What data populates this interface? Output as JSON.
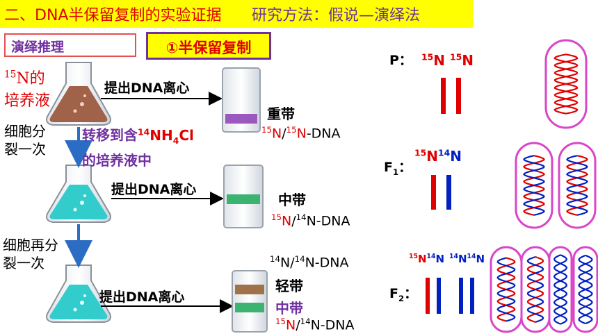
{
  "title": {
    "main": "二、DNA半保留复制的实验证据",
    "method": "研究方法：假说—演绎法"
  },
  "section_label": "演绎推理",
  "hypothesis": "①半保留复制",
  "medium_label": {
    "iso": "15",
    "text": "N的",
    "line2": "培养液"
  },
  "step1": {
    "line1": "细胞分",
    "line2": "裂一次"
  },
  "transfer": {
    "line1a": "转移到含",
    "iso": "14",
    "formula_a": "NH",
    "sub": "4",
    "formula_b": "Cl",
    "line2": "的培养液中"
  },
  "step2": {
    "line1": "细胞再分",
    "line2": "裂一次"
  },
  "extract_label": "提出DNA离心",
  "tube1": {
    "band": "重带",
    "dna_a_iso": "15",
    "dna_a": "N/",
    "dna_b_iso": "15",
    "dna_b": "N-DNA"
  },
  "tube2": {
    "band": "中带",
    "dna_a_iso": "15",
    "dna_a": "N/",
    "dna_b_iso": "14",
    "dna_b": "N-DNA"
  },
  "tube3": {
    "top_a_iso": "14",
    "top_a": "N/",
    "top_b_iso": "14",
    "top_b": "N-DNA",
    "band_light": "轻带",
    "band_mid": "中带",
    "bottom_a_iso": "15",
    "bottom_a": "N/",
    "bottom_b_iso": "14",
    "bottom_b": "N-DNA"
  },
  "generations": {
    "p": {
      "label": "P：",
      "iso1": "15",
      "el1": "N",
      "iso2": "15",
      "el2": "N"
    },
    "f1": {
      "label_a": "F",
      "label_sub": "1",
      "label_b": "：",
      "iso1": "15",
      "el1": "N",
      "iso2": "14",
      "el2": "N"
    },
    "f2": {
      "label_a": "F",
      "label_sub": "2",
      "label_b": "：",
      "pair1": {
        "iso1": "15",
        "el1": "N",
        "iso2": "14",
        "el2": "N"
      },
      "pair2": {
        "iso1": "14",
        "el1": "N",
        "iso2": "14",
        "el2": "N"
      }
    }
  },
  "colors": {
    "heavy": "#e00000",
    "light": "#0020c0",
    "purple": "#7030a0",
    "title_bg": "#ffff00",
    "heavy_band": "#9b59c0",
    "mid_band": "#3cb371",
    "light_band": "#a0724a",
    "flask_heavy": "#a0634a",
    "flask_light": "#33cccc",
    "arrow": "#2b6cc4"
  }
}
